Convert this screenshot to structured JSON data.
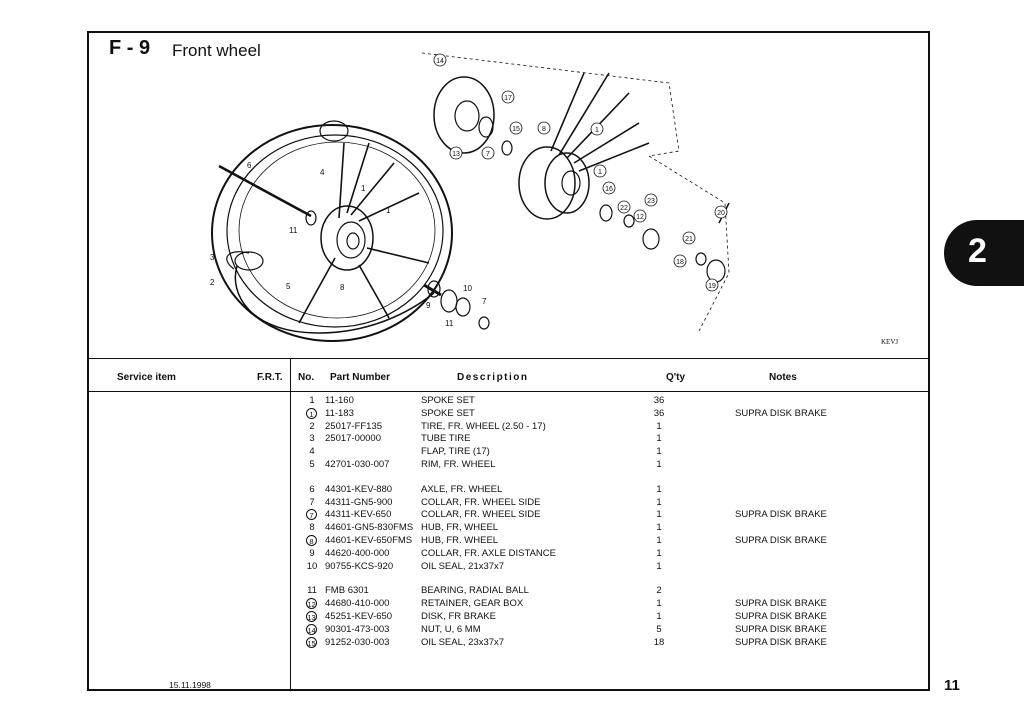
{
  "header": {
    "code": "F - 9",
    "name": "Front wheel"
  },
  "diagram": {
    "ref_code": "KEVJ",
    "callouts": [
      {
        "n": "14",
        "circled": true
      },
      {
        "n": "17",
        "circled": true
      },
      {
        "n": "15",
        "circled": true
      },
      {
        "n": "8",
        "circled": true
      },
      {
        "n": "1",
        "circled": true
      },
      {
        "n": "13",
        "circled": true
      },
      {
        "n": "7",
        "circled": true
      },
      {
        "n": "1",
        "circled": true
      },
      {
        "n": "16",
        "circled": true
      },
      {
        "n": "23",
        "circled": true
      },
      {
        "n": "22",
        "circled": true
      },
      {
        "n": "12",
        "circled": true
      },
      {
        "n": "20",
        "circled": true
      },
      {
        "n": "21",
        "circled": true
      },
      {
        "n": "18",
        "circled": true
      },
      {
        "n": "19",
        "circled": true
      },
      {
        "n": "6",
        "circled": false
      },
      {
        "n": "4",
        "circled": false
      },
      {
        "n": "1",
        "circled": false
      },
      {
        "n": "1",
        "circled": false
      },
      {
        "n": "11",
        "circled": false
      },
      {
        "n": "3",
        "circled": false
      },
      {
        "n": "2",
        "circled": false
      },
      {
        "n": "5",
        "circled": false
      },
      {
        "n": "8",
        "circled": false
      },
      {
        "n": "10",
        "circled": false
      },
      {
        "n": "9",
        "circled": false
      },
      {
        "n": "7",
        "circled": false
      },
      {
        "n": "11",
        "circled": false
      }
    ]
  },
  "table": {
    "headers": {
      "service_item": "Service item",
      "frt": "F.R.T.",
      "no": "No.",
      "part_number": "Part Number",
      "description": "Description",
      "qty": "Q'ty",
      "notes": "Notes"
    },
    "rows": [
      {
        "no": "1",
        "circled": false,
        "pn": "11-160",
        "desc": "SPOKE SET",
        "qty": "36",
        "note": ""
      },
      {
        "no": "1",
        "circled": true,
        "pn": "11-183",
        "desc": "SPOKE SET",
        "qty": "36",
        "note": "SUPRA DISK BRAKE"
      },
      {
        "no": "2",
        "circled": false,
        "pn": "25017-FF135",
        "desc": "TIRE, FR. WHEEL (2.50 - 17)",
        "qty": "1",
        "note": ""
      },
      {
        "no": "3",
        "circled": false,
        "pn": "25017-00000",
        "desc": "TUBE TIRE",
        "qty": "1",
        "note": ""
      },
      {
        "no": "4",
        "circled": false,
        "pn": "",
        "desc": "FLAP, TIRE (17)",
        "qty": "1",
        "note": ""
      },
      {
        "no": "5",
        "circled": false,
        "pn": "42701-030-007",
        "desc": "RIM, FR. WHEEL",
        "qty": "1",
        "note": ""
      },
      {
        "no": "6",
        "circled": false,
        "pn": "44301-KEV-880",
        "desc": "AXLE, FR. WHEEL",
        "qty": "1",
        "note": ""
      },
      {
        "no": "7",
        "circled": false,
        "pn": "44311-GN5-900",
        "desc": "COLLAR, FR. WHEEL SIDE",
        "qty": "1",
        "note": ""
      },
      {
        "no": "7",
        "circled": true,
        "pn": "44311-KEV-650",
        "desc": "COLLAR, FR. WHEEL SIDE",
        "qty": "1",
        "note": "SUPRA DISK BRAKE"
      },
      {
        "no": "8",
        "circled": false,
        "pn": "44601-GN5-830FMS",
        "desc": "HUB, FR, WHEEL",
        "qty": "1",
        "note": ""
      },
      {
        "no": "8",
        "circled": true,
        "pn": "44601-KEV-650FMS",
        "desc": "HUB, FR. WHEEL",
        "qty": "1",
        "note": "SUPRA DISK BRAKE"
      },
      {
        "no": "9",
        "circled": false,
        "pn": "44620-400-000",
        "desc": "COLLAR, FR. AXLE DISTANCE",
        "qty": "1",
        "note": ""
      },
      {
        "no": "10",
        "circled": false,
        "pn": "90755-KCS-920",
        "desc": "OIL SEAL, 21x37x7",
        "qty": "1",
        "note": ""
      },
      {
        "no": "11",
        "circled": false,
        "pn": "FMB 6301",
        "desc": "BEARING, RADIAL BALL",
        "qty": "2",
        "note": ""
      },
      {
        "no": "12",
        "circled": true,
        "pn": "44680-410-000",
        "desc": "RETAINER, GEAR BOX",
        "qty": "1",
        "note": "SUPRA DISK BRAKE"
      },
      {
        "no": "13",
        "circled": true,
        "pn": "45251-KEV-650",
        "desc": "DISK, FR BRAKE",
        "qty": "1",
        "note": "SUPRA DISK BRAKE"
      },
      {
        "no": "14",
        "circled": true,
        "pn": "90301-473-003",
        "desc": "NUT, U, 6 MM",
        "qty": "5",
        "note": "SUPRA DISK BRAKE"
      },
      {
        "no": "15",
        "circled": true,
        "pn": "91252-030-003",
        "desc": "OIL SEAL, 23x37x7",
        "qty": "18",
        "note": "SUPRA DISK BRAKE"
      }
    ]
  },
  "footer": {
    "date": "15.11.1998",
    "page_number": "11"
  },
  "section_tab": "2"
}
